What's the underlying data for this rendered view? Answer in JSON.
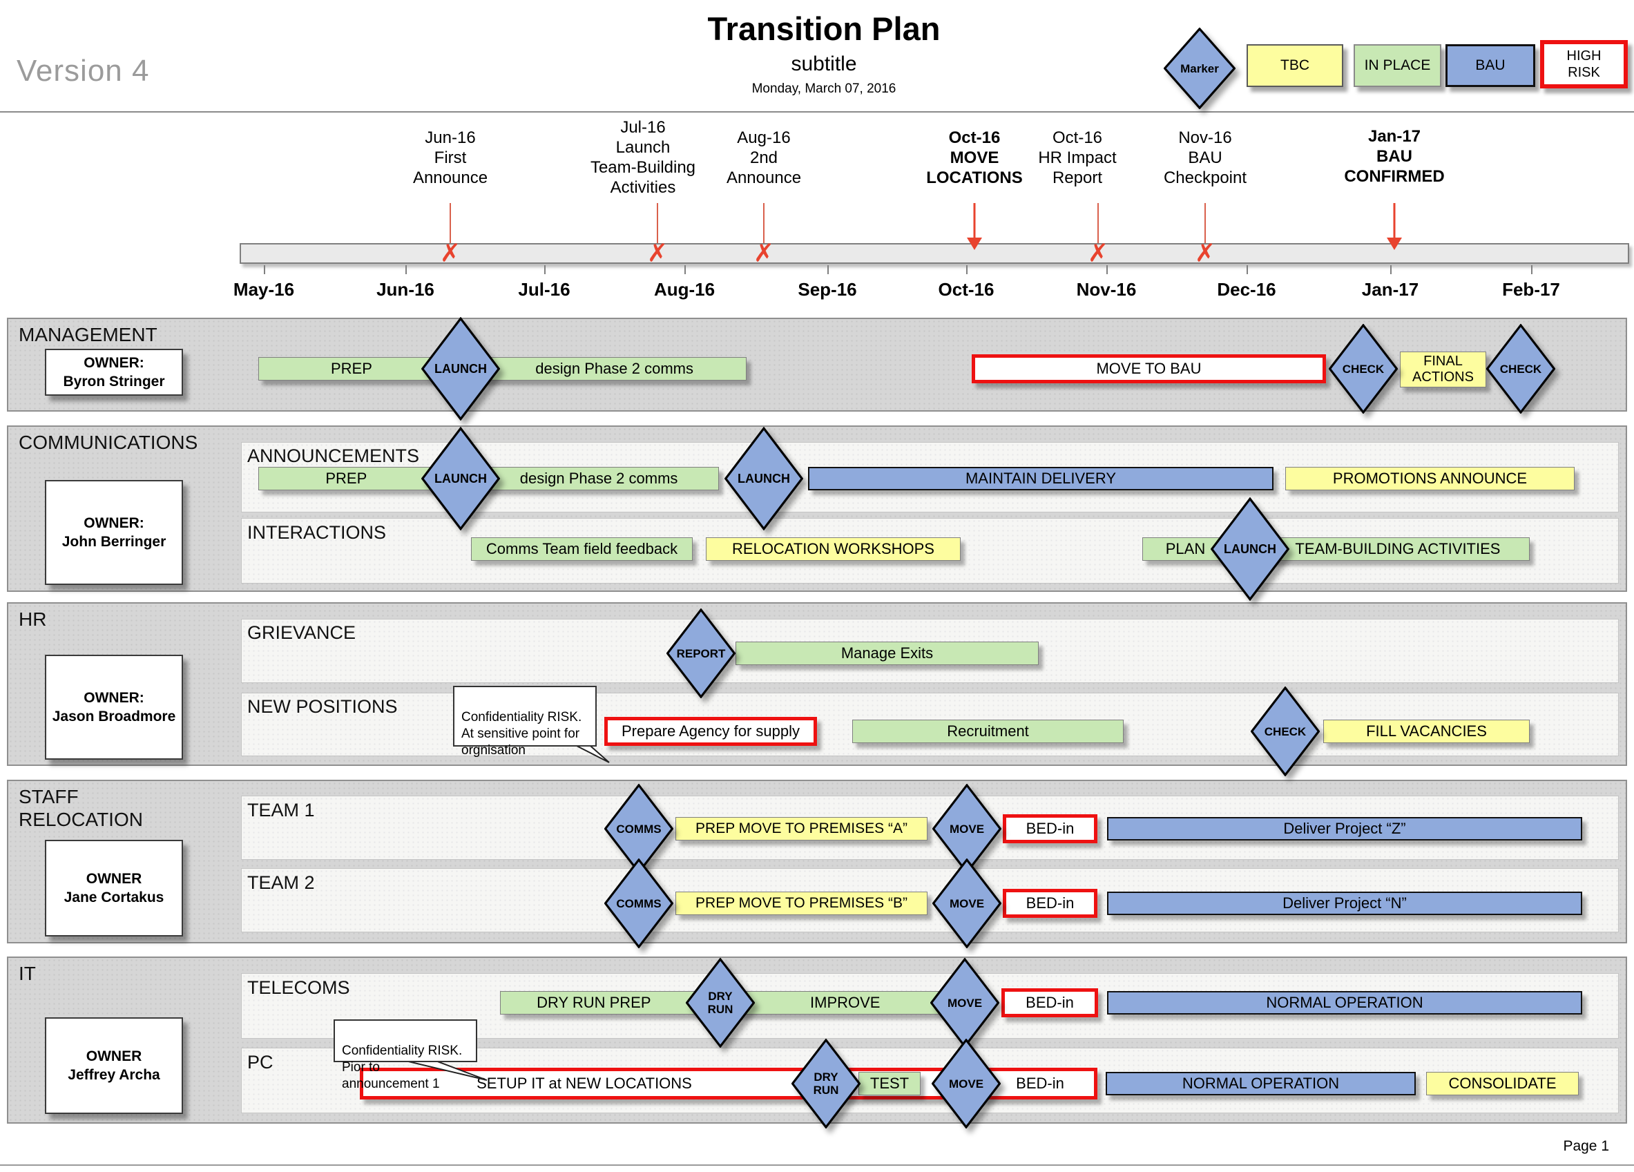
{
  "header": {
    "version": "Version 4",
    "title": "Transition Plan",
    "subtitle": "subtitle",
    "date": "Monday, March 07, 2016"
  },
  "legend": {
    "marker": "Marker",
    "tbc": "TBC",
    "in_place": "IN PLACE",
    "bau": "BAU",
    "high_risk": "HIGH\nRISK"
  },
  "timeline": {
    "months": [
      "May-16",
      "Jun-16",
      "Jul-16",
      "Aug-16",
      "Sep-16",
      "Oct-16",
      "Nov-16",
      "Dec-16",
      "Jan-17",
      "Feb-17"
    ],
    "milestones": [
      {
        "text": "Jun-16\nFirst\nAnnounce"
      },
      {
        "text": "Jul-16\nLaunch\nTeam-Building\nActivities"
      },
      {
        "text": "Aug-16\n2nd\nAnnounce"
      },
      {
        "text": "Oct-16\nMOVE\nLOCATIONS"
      },
      {
        "text": "Oct-16\nHR Impact\nReport"
      },
      {
        "text": "Nov-16\nBAU\nCheckpoint"
      },
      {
        "text": "Jan-17\nBAU\nCONFIRMED"
      }
    ]
  },
  "lanes": {
    "management": {
      "title": "MANAGEMENT",
      "owner_label": "OWNER:",
      "owner_name": "Byron Stringer",
      "prep": "PREP",
      "launch": "LAUNCH",
      "design": "design Phase 2 comms",
      "move_to_bau": "MOVE TO BAU",
      "check1": "CHECK",
      "final_actions": "FINAL\nACTIONS",
      "check2": "CHECK"
    },
    "communications": {
      "title": "COMMUNICATIONS",
      "owner_label": "OWNER:",
      "owner_name": "John Berringer",
      "announcements": {
        "title": "ANNOUNCEMENTS",
        "prep": "PREP",
        "launch1": "LAUNCH",
        "design": "design Phase 2 comms",
        "launch2": "LAUNCH",
        "maintain": "MAINTAIN DELIVERY",
        "promotions": "PROMOTIONS ANNOUNCE"
      },
      "interactions": {
        "title": "INTERACTIONS",
        "feedback": "Comms Team field feedback",
        "workshops": "RELOCATION WORKSHOPS",
        "plan": "PLAN",
        "launch": "LAUNCH",
        "team_building": "TEAM-BUILDING ACTIVITIES"
      }
    },
    "hr": {
      "title": "HR",
      "owner_label": "OWNER:",
      "owner_name": "Jason Broadmore",
      "grievance": {
        "title": "GRIEVANCE",
        "report": "REPORT",
        "manage_exits": "Manage Exits"
      },
      "new_positions": {
        "title": "NEW POSITIONS",
        "callout": "Confidentiality RISK.\nAt sensitive point for\norgnisation",
        "prepare_agency": "Prepare Agency for supply",
        "recruitment": "Recruitment",
        "check": "CHECK",
        "fill_vacancies": "FILL VACANCIES"
      }
    },
    "staff_relocation": {
      "title": "STAFF\nRELOCATION",
      "owner_label": "OWNER",
      "owner_name": "Jane Cortakus",
      "team1": {
        "title": "TEAM 1",
        "comms": "COMMS",
        "prep_move": "PREP MOVE TO PREMISES “A”",
        "move": "MOVE",
        "bed_in": "BED-in",
        "deliver": "Deliver Project “Z”"
      },
      "team2": {
        "title": "TEAM 2",
        "comms": "COMMS",
        "prep_move": "PREP MOVE TO PREMISES “B”",
        "move": "MOVE",
        "bed_in": "BED-in",
        "deliver": "Deliver Project “N”"
      }
    },
    "it": {
      "title": "IT",
      "owner_label": "OWNER",
      "owner_name": "Jeffrey Archa",
      "telecoms": {
        "title": "TELECOMS",
        "dry_run_prep": "DRY RUN PREP",
        "dry_run": "DRY\nRUN",
        "improve": "IMPROVE",
        "move": "MOVE",
        "bed_in": "BED-in",
        "normal_op": "NORMAL OPERATION"
      },
      "pc": {
        "title": "PC",
        "callout": "Confidentiality RISK.\nPior to announcement 1",
        "setup": "SETUP IT at NEW LOCATIONS",
        "dry_run": "DRY\nRUN",
        "test": "TEST",
        "move": "MOVE",
        "bed_in": "BED-in",
        "normal_op": "NORMAL OPERATION",
        "consolidate": "CONSOLIDATE"
      }
    }
  },
  "footer": {
    "page": "Page 1"
  },
  "colors": {
    "marker_blue": "#8FAADC",
    "tbc_yellow": "#FDFD9F",
    "in_place_green": "#C8E8B4",
    "high_risk_red": "#EE1111",
    "milestone_red": "#E8432E",
    "lane_gray": "#D6D6D6"
  }
}
